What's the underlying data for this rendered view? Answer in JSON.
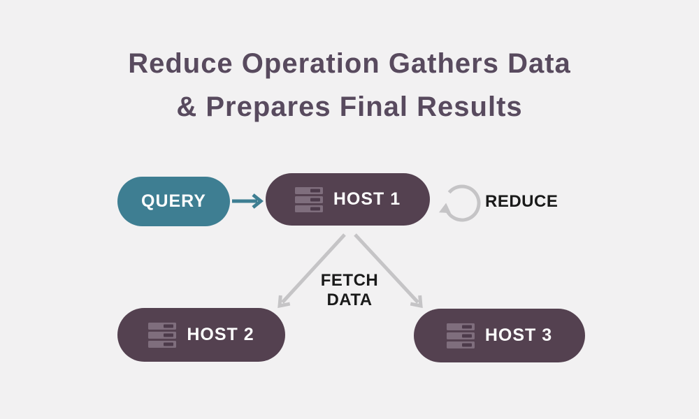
{
  "title": {
    "line1": "Reduce Operation Gathers Data",
    "line2": "& Prepares Final Results"
  },
  "nodes": {
    "query": {
      "label": "QUERY"
    },
    "host1": {
      "label": "HOST 1"
    },
    "host2": {
      "label": "HOST 2"
    },
    "host3": {
      "label": "HOST 3"
    }
  },
  "annotations": {
    "reduce": "REDUCE",
    "fetch_line1": "FETCH",
    "fetch_line2": "DATA"
  },
  "icons": {
    "host": "server-rack-icon",
    "reduce": "circular-rotate-arrow-icon",
    "query_arrow": "right-arrow",
    "fetch_arrows": "diagonal-down-arrows"
  },
  "colors": {
    "bg": "#f2f1f2",
    "title": "#584a5e",
    "teal": "#3e7e92",
    "pill": "#544150",
    "gray-arrow": "#c5c4c6",
    "text-dark": "#1a1a1a",
    "label-light": "#fdfdfd",
    "icon-light": "#7f6e7d",
    "icon-dark": "#4c3a4a"
  }
}
